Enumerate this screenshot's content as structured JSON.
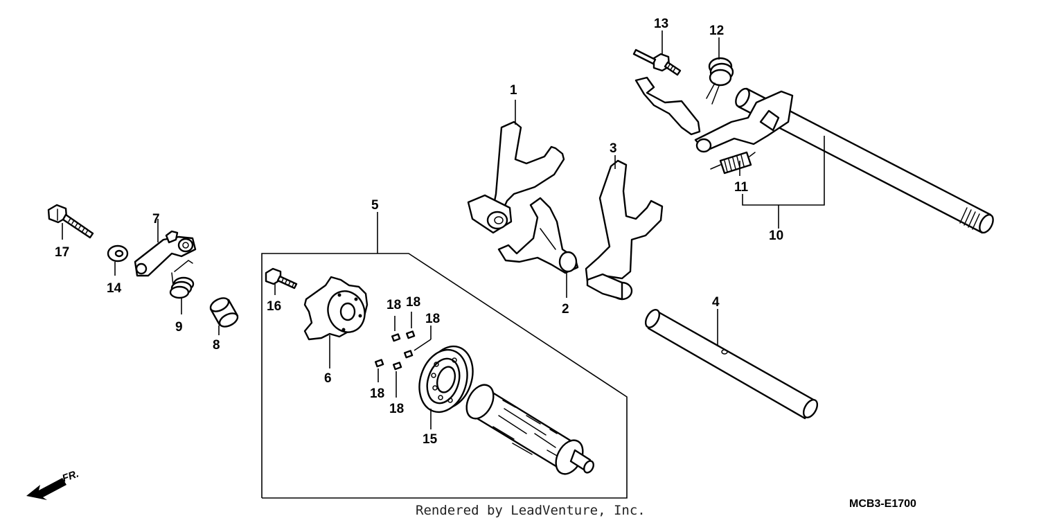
{
  "diagram": {
    "callouts": [
      {
        "id": "p1",
        "label": "1"
      },
      {
        "id": "p2",
        "label": "2"
      },
      {
        "id": "p3",
        "label": "3"
      },
      {
        "id": "p4",
        "label": "4"
      },
      {
        "id": "p5",
        "label": "5"
      },
      {
        "id": "p6",
        "label": "6"
      },
      {
        "id": "p7",
        "label": "7"
      },
      {
        "id": "p8",
        "label": "8"
      },
      {
        "id": "p9",
        "label": "9"
      },
      {
        "id": "p10",
        "label": "10"
      },
      {
        "id": "p11",
        "label": "11"
      },
      {
        "id": "p12",
        "label": "12"
      },
      {
        "id": "p13",
        "label": "13"
      },
      {
        "id": "p14",
        "label": "14"
      },
      {
        "id": "p15",
        "label": "15"
      },
      {
        "id": "p16",
        "label": "16"
      },
      {
        "id": "p17",
        "label": "17"
      },
      {
        "id": "p18a",
        "label": "18"
      },
      {
        "id": "p18b",
        "label": "18"
      },
      {
        "id": "p18c",
        "label": "18"
      },
      {
        "id": "p18d",
        "label": "18"
      },
      {
        "id": "p18e",
        "label": "18"
      }
    ],
    "front_label": "FR.",
    "credit": "Rendered by LeadVenture, Inc.",
    "diagram_code": "MCB3-E1700"
  }
}
